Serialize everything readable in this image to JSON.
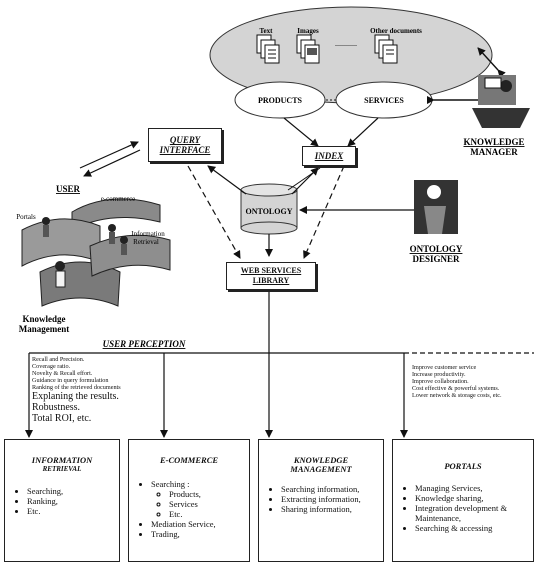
{
  "cloud": {
    "docs": [
      "Text",
      "Images",
      "Other documents"
    ],
    "dots": "...........",
    "products": "PRODUCTS",
    "services": "SERVICES"
  },
  "nodes": {
    "query_interface": [
      "QUERY",
      "INTERFACE"
    ],
    "index": "INDEX",
    "ontology": "ONTOLOGY",
    "web_services_library": [
      "WEB SERVICES",
      "LIBRARY"
    ]
  },
  "actors": {
    "knowledge_manager": [
      "KNOWLEDGE",
      "MANAGER"
    ],
    "user": "USER",
    "ontology_designer": [
      "ONTOLOGY",
      "DESIGNER"
    ],
    "user_illustration_labels": {
      "ecommerce": "e-commerce",
      "portals": "Portals",
      "information_retrieval": [
        "Information",
        "Retrieval"
      ],
      "knowledge_management": [
        "Knowledge",
        "Management"
      ]
    }
  },
  "user_perception": {
    "title": "USER PERCEPTION",
    "left_notes_small": [
      "Recall and Precision.",
      "Coverage ratio.",
      "Novelty & Recall effort.",
      "Guidance in query formulation",
      "Ranking of the retrieved documents"
    ],
    "left_notes_large": [
      "Explaning the results.",
      "Robustness.",
      "Total ROI, etc."
    ],
    "right_notes": [
      "Improve customer service",
      "Increase productivity.",
      "Improve collaboration.",
      "Cost effective & powerful systems.",
      "Lower network & storage costs, etc."
    ]
  },
  "panels": {
    "information_retrieval": {
      "title": [
        "INFORMATION",
        "RETRIEVAL"
      ],
      "items": [
        "Searching,",
        "Ranking,",
        "Etc."
      ]
    },
    "ecommerce": {
      "title": "E-COMMERCE",
      "searching": "Searching :",
      "sub_items": [
        "Products,",
        "Services",
        "Etc."
      ],
      "items": [
        "Mediation Service,",
        "Trading,"
      ]
    },
    "knowledge_management": {
      "title": [
        "KNOWLEDGE",
        "MANAGEMENT"
      ],
      "items": [
        "Searching information,",
        "Extracting information,",
        "Sharing information,"
      ]
    },
    "portals": {
      "title": "PORTALS",
      "items": [
        "Managing Services,",
        "Knowledge sharing,",
        "Integration development & Maintenance,",
        "Searching & accessing"
      ]
    }
  },
  "colors": {
    "ink": "#111111",
    "cloud": "#d4d4d4",
    "ellipse": "#ffffff"
  }
}
